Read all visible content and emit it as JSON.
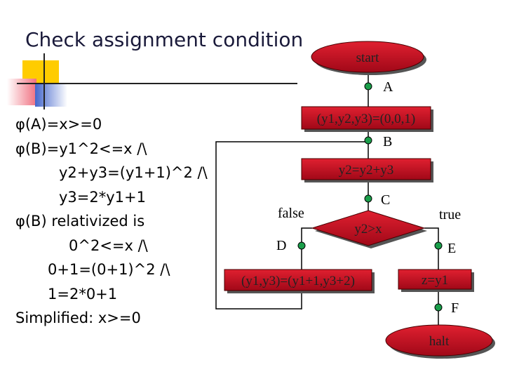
{
  "title": "Check assignment condition",
  "colors": {
    "box_fill": "#c8102e",
    "box_text": "#222222",
    "node_fill": "#1a9e4a",
    "deco_yellow": "#ffcc00",
    "deco_blue": "#4466cc",
    "deco_pink": "#f07080"
  },
  "formulas": [
    "φ(A)=x>=0",
    "φ(B)=y1^2<=x /\\",
    "y2+y3=(y1+1)^2 /\\",
    "y3=2*y1+1",
    "φ(B) relativized is",
    "0^2<=x /\\",
    "0+1=(0+1)^2 /\\",
    "1=2*0+1",
    "Simplified: x>=0"
  ],
  "flowchart": {
    "start": "start",
    "init": "(y1,y2,y3)=(0,0,1)",
    "update_y2": "y2=y2+y3",
    "decision": "y2>x",
    "update_y1y3": "(y1,y3)=(y1+1,y3+2)",
    "assign_z": "z=y1",
    "halt": "halt",
    "labels": {
      "A": "A",
      "B": "B",
      "C": "C",
      "D": "D",
      "E": "E",
      "F": "F"
    },
    "false_label": "false",
    "true_label": "true"
  }
}
